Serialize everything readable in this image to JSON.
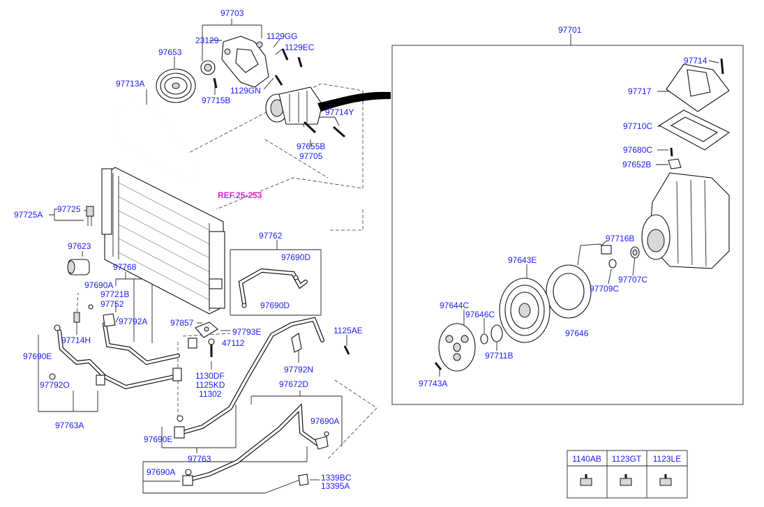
{
  "labels": {
    "p97703": "97703",
    "p23129": "23129",
    "p1129GG": "1129GG",
    "p1129EC": "1129EC",
    "p97653": "97653",
    "p97713A": "97713A",
    "p1129GN": "1129GN",
    "p97715B": "97715B",
    "p97714Y": "97714Y",
    "p97655B": "97655B",
    "p97705": "97705",
    "ref": "REF.25-253",
    "p97725A": "97725A",
    "p97725": "97725",
    "p97623": "97623",
    "p97768": "97768",
    "p97690A_1": "97690A",
    "p97721B": "97721B",
    "p97752": "97752",
    "p97792A": "97792A",
    "p97714H": "97714H",
    "p97690E_1": "97690E",
    "p97792O": "97792O",
    "p97763A": "97763A",
    "p97762": "97762",
    "p97690D_1": "97690D",
    "p97690D_2": "97690D",
    "p97857": "97857",
    "p97793E": "97793E",
    "p47112": "47112",
    "p1130DF": "1130DF",
    "p1125KD": "1125KD",
    "p11302": "11302",
    "p1125AE": "1125AE",
    "p97792N": "97792N",
    "p97672D": "97672D",
    "p97690A_2": "97690A",
    "p97690E_2": "97690E",
    "p97763": "97763",
    "p97690A_3": "97690A",
    "p1339BC": "1339BC",
    "p13395A": "13395A",
    "p97701": "97701",
    "p97714": "97714",
    "p97717": "97717",
    "p97710C": "97710C",
    "p97680C": "97680C",
    "p97652B": "97652B",
    "p97716B": "97716B",
    "p97643E": "97643E",
    "p97709C": "97709C",
    "p97707C": "97707C",
    "p97644C": "97644C",
    "p97646C": "97646C",
    "p97646": "97646",
    "p97711B": "97711B",
    "p97743A": "97743A"
  },
  "fastener_table": {
    "headers": [
      "1140AB",
      "1123GT",
      "1123LE"
    ]
  },
  "colors": {
    "label": "#1a1aff",
    "reference": "#e020c8",
    "line": "#222222"
  }
}
